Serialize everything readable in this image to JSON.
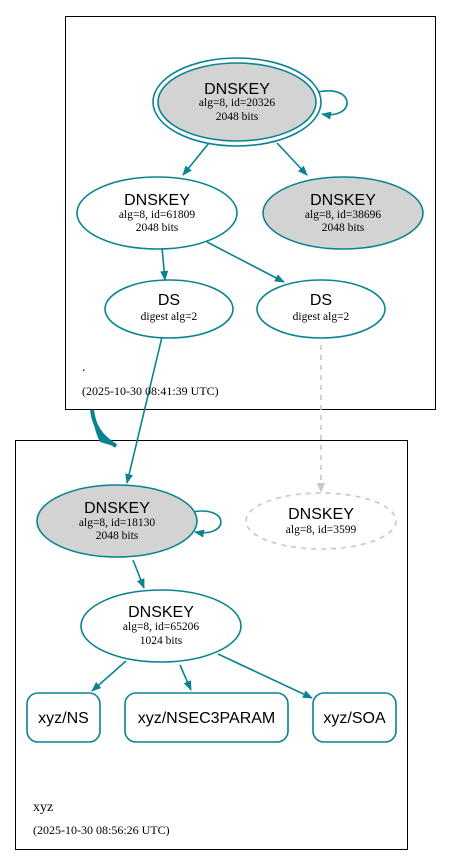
{
  "colors": {
    "edge": "#0a8391",
    "dashed": "#c8c8c8",
    "fill_grey": "#d3d3d3",
    "box": "#000000"
  },
  "root_zone": {
    "name": ".",
    "timestamp": "(2025-10-30 08:41:39 UTC)",
    "ksk": {
      "title": "DNSKEY",
      "line1": "alg=8, id=20326",
      "line2": "2048 bits"
    },
    "zsk": {
      "title": "DNSKEY",
      "line1": "alg=8, id=61809",
      "line2": "2048 bits"
    },
    "key3": {
      "title": "DNSKEY",
      "line1": "alg=8, id=38696",
      "line2": "2048 bits"
    },
    "ds1": {
      "title": "DS",
      "line1": "digest alg=2"
    },
    "ds2": {
      "title": "DS",
      "line1": "digest alg=2"
    }
  },
  "xyz_zone": {
    "name": "xyz",
    "timestamp": "(2025-10-30 08:56:26 UTC)",
    "ksk": {
      "title": "DNSKEY",
      "line1": "alg=8, id=18130",
      "line2": "2048 bits"
    },
    "missing": {
      "title": "DNSKEY",
      "line1": "alg=8, id=3599"
    },
    "zsk": {
      "title": "DNSKEY",
      "line1": "alg=8, id=65206",
      "line2": "1024 bits"
    },
    "rr_ns": "xyz/NS",
    "rr_nsec3param": "xyz/NSEC3PARAM",
    "rr_soa": "xyz/SOA"
  }
}
